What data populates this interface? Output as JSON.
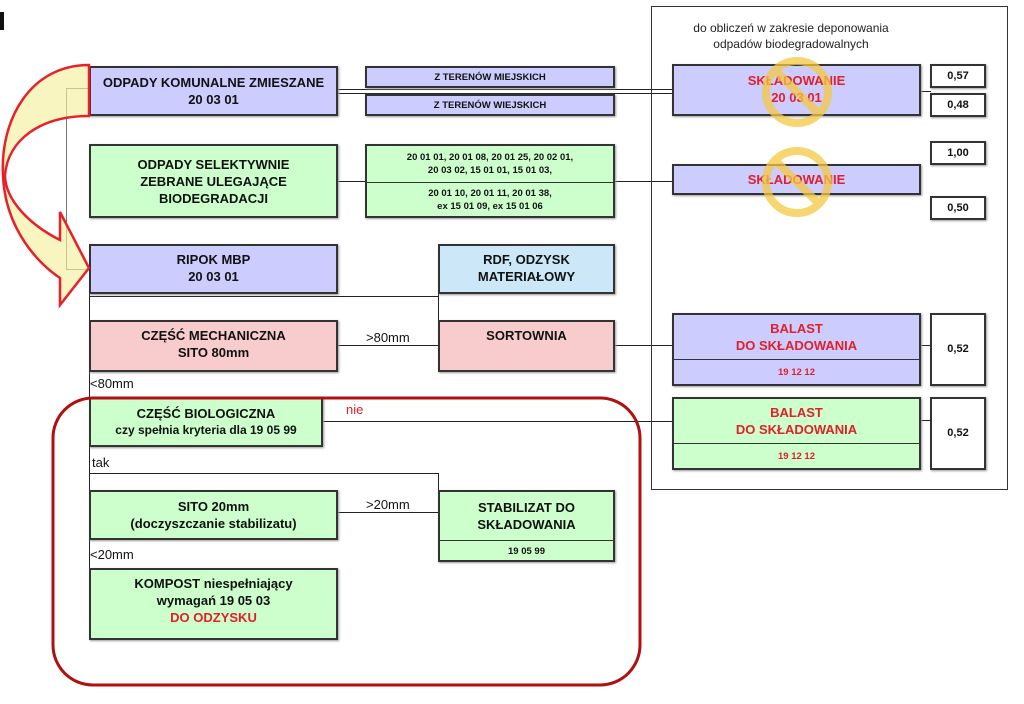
{
  "panel_title": [
    "do obliczeń w zakresie deponowania",
    "odpadów biodegradowalnych"
  ],
  "boxes": {
    "mixed": [
      "ODPADY KOMUNALNE ZMIESZANE",
      "20 03 01"
    ],
    "urban": "Z TERENÓW MIEJSKICH",
    "rural": "Z TERENÓW WIEJSKICH",
    "selective": [
      "ODPADY SELEKTYWNIE",
      "ZEBRANE ULEGAJĄCE",
      "BIODEGRADACJI"
    ],
    "codes_a": [
      "20 01 01, 20 01 08, 20 01 25, 20 02 01,",
      "20 03 02, 15 01 01, 15 01 03,"
    ],
    "codes_b": [
      "20 01 10, 20 01 11, 20 01 38,",
      "ex 15 01 09, ex 15 01 06"
    ],
    "ripok": [
      "RIPOK MBP",
      "20 03 01"
    ],
    "rdf": [
      "RDF, ODZYSK",
      "MATERIAŁOWY"
    ],
    "mech": [
      "CZĘŚĆ MECHANICZNA",
      "SITO 80mm"
    ],
    "sort": "SORTOWNIA",
    "bio": [
      "CZĘŚĆ BIOLOGICZNA",
      "czy spełnia kryteria dla 19 05 99"
    ],
    "sito20": [
      "SITO 20mm",
      "(doczyszczanie stabilizatu)"
    ],
    "stab": [
      "STABILIZAT DO",
      "SKŁADOWANIA",
      "19 05 99"
    ],
    "kompost": [
      "KOMPOST niespełniający",
      "wymagań 19 05 03",
      "DO ODZYSKU"
    ],
    "landfill1": [
      "SKŁADOWANIE",
      "20 03 01"
    ],
    "landfill2": "SKŁADOWANIE",
    "ballast1": [
      "BALAST",
      "DO SKŁADOWANIA",
      "19 12 12"
    ],
    "ballast2": [
      "BALAST",
      "DO SKŁADOWANIA",
      "19 12 12"
    ]
  },
  "values": {
    "v1": "0,57",
    "v2": "0,48",
    "v3": "1,00",
    "v4": "0,50",
    "v5": "0,52",
    "v6": "0,52"
  },
  "labels": {
    "gt80": ">80mm",
    "lt80": "<80mm",
    "nie": "nie",
    "tak": "tak",
    "gt20": ">20mm",
    "lt20": "<20mm"
  }
}
